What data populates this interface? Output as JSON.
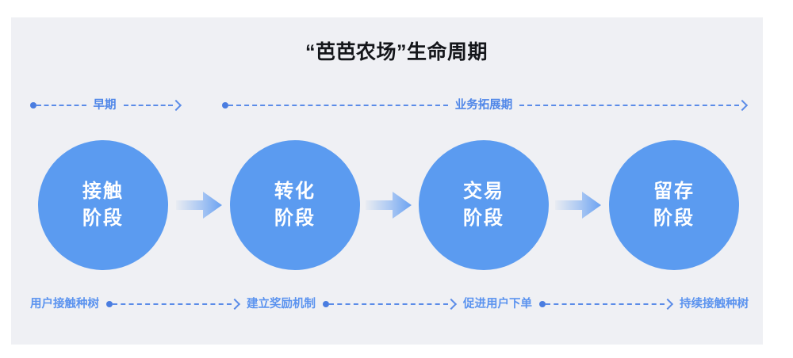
{
  "title": "“芭芭农场”生命周期",
  "colors": {
    "page_background": "#ffffff",
    "panel_background": "#eff0f4",
    "circle_fill": "#5b9bf0",
    "circle_text": "#ffffff",
    "phase_text": "#4f86e8",
    "action_text": "#5b93ef",
    "dash_line": "#5b8ce8",
    "dash_dot": "#4a7de0",
    "flow_arrow_start": "#e9ecf2",
    "flow_arrow_end": "#6ba2f1",
    "title_text": "#14161a"
  },
  "phases": [
    {
      "label": "早期",
      "start_marker": "dot",
      "end_marker": "arrow"
    },
    {
      "label": "业务拓展期",
      "start_marker": "dot",
      "end_marker": "arrow"
    }
  ],
  "stages": [
    {
      "line1": "接触",
      "line2": "阶段"
    },
    {
      "line1": "转化",
      "line2": "阶段"
    },
    {
      "line1": "交易",
      "line2": "阶段"
    },
    {
      "line1": "留存",
      "line2": "阶段"
    }
  ],
  "flow_arrows": [
    {
      "name": "arrow-contact-to-conversion"
    },
    {
      "name": "arrow-conversion-to-transaction"
    },
    {
      "name": "arrow-transaction-to-retention"
    }
  ],
  "actions": [
    {
      "label": "用户接触种树"
    },
    {
      "label": "建立奖励机制"
    },
    {
      "label": "促进用户下单"
    },
    {
      "label": "持续接触种树"
    }
  ]
}
